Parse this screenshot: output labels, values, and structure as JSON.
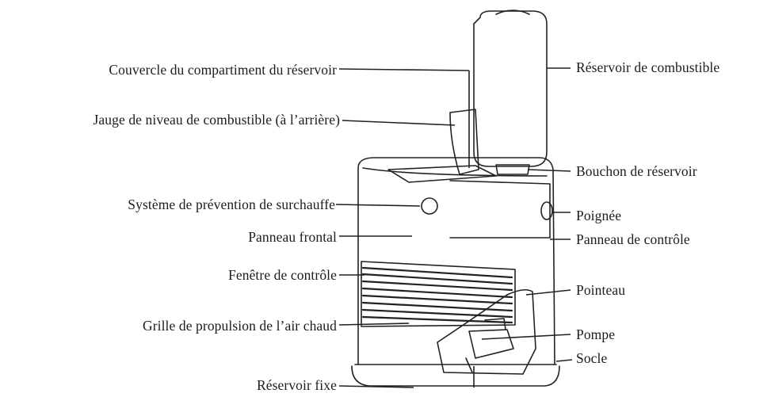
{
  "labels": {
    "reservoir_cover": "Couvercle du compartiment du réservoir",
    "fuel_gauge": "Jauge de niveau de combustible (à l’arrière)",
    "overheat_system": "Système de prévention de surchauffe",
    "front_panel": "Panneau frontal",
    "control_window": "Fenêtre de contrôle",
    "hot_air_grille": "Grille de propulsion de l’air chaud",
    "fixed_tank": "Réservoir fixe",
    "fuel_tank": "Réservoir de combustible",
    "tank_cap": "Bouchon de réservoir",
    "handle": "Poignée",
    "control_panel": "Panneau de contrôle",
    "needle": "Pointeau",
    "pump": "Pompe",
    "base": "Socle"
  }
}
